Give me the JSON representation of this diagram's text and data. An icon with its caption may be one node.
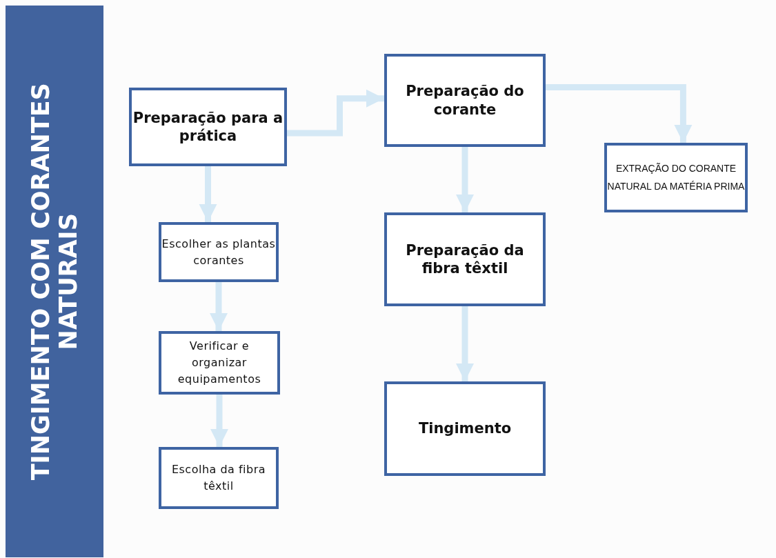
{
  "diagram": {
    "title": "TINGIMENTO COM CORANTES NATURAIS",
    "nodes": [
      {
        "text": [
          "Preparação para a prática"
        ]
      },
      {
        "text": [
          "Escolher as plantas corantes"
        ]
      },
      {
        "text": [
          "Verificar e organizar equipamentos"
        ]
      },
      {
        "text": [
          "Escolha da fibra têxtil"
        ]
      },
      {
        "text": [
          "Preparação do corante"
        ]
      },
      {
        "text": [
          "Preparação da fibra têxtil"
        ]
      },
      {
        "text": [
          "Tingimento"
        ]
      },
      {
        "text": [
          "EXTRAÇÃO DO CORANTE NATURAL DA MATÉRIA PRIMA"
        ]
      }
    ],
    "edges": [
      {
        "from": 0,
        "to": 1,
        "arrow": "to"
      },
      {
        "from": 1,
        "to": 2,
        "arrow": "to"
      },
      {
        "from": 2,
        "to": 3,
        "arrow": "to"
      },
      {
        "from": 0,
        "to": 4,
        "arrow": "to"
      },
      {
        "from": 4,
        "to": 5,
        "arrow": "to"
      },
      {
        "from": 5,
        "to": 6,
        "arrow": "to"
      },
      {
        "from": 4,
        "to": 7,
        "arrow": "to"
      }
    ]
  }
}
